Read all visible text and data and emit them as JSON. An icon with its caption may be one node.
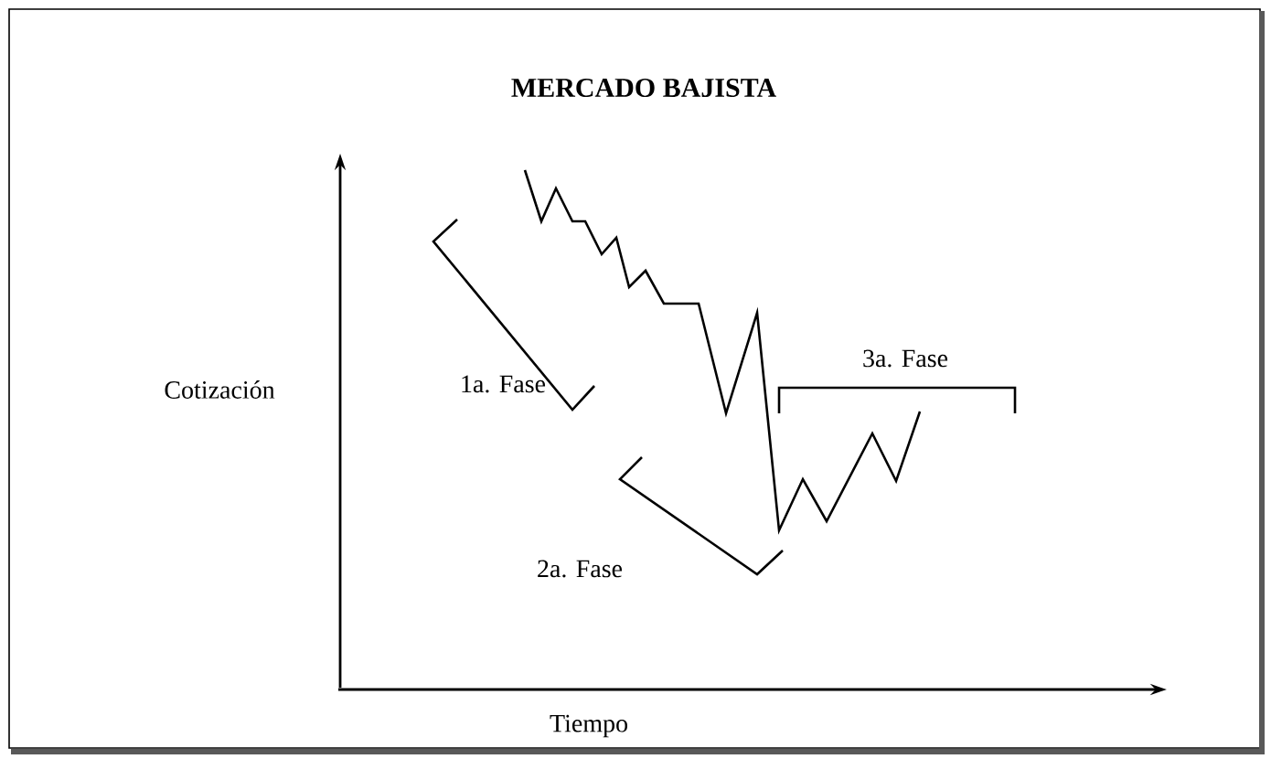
{
  "diagram": {
    "title": "MERCADO BAJISTA",
    "labels": [
      "Cotización",
      "1a. Fase",
      "3a. Fase",
      "2a. Fase",
      "Tiempo"
    ]
  }
}
